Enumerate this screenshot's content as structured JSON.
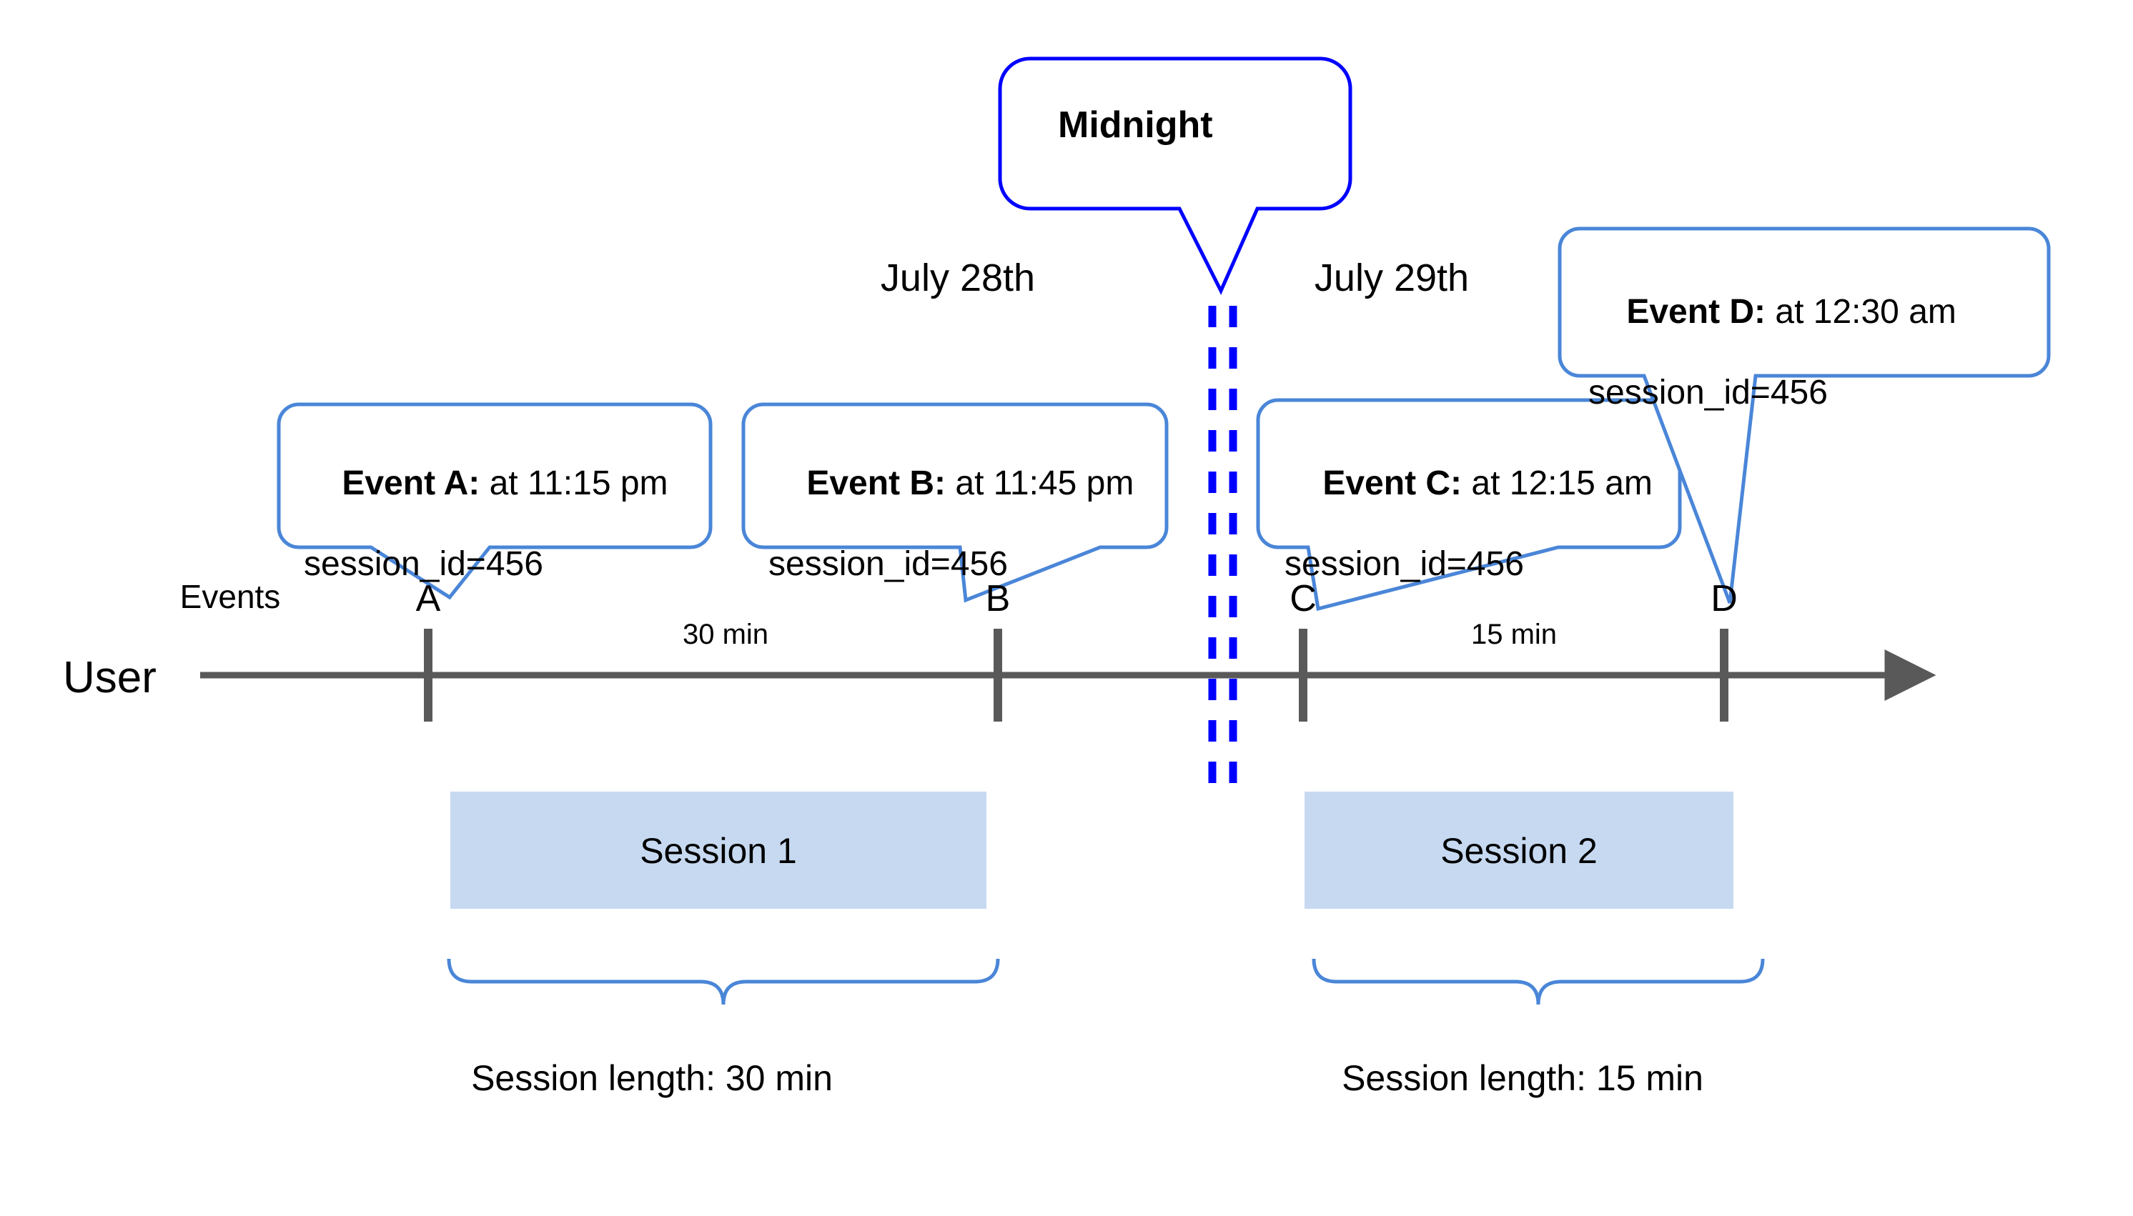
{
  "diagram": {
    "title": "Sessionization across midnight timeline",
    "colors": {
      "midnight_blue": "#0000FF",
      "callout_blue": "#4A86D8",
      "session_fill": "#C6D9F1",
      "axis_gray": "#595959",
      "text_black": "#000000",
      "background": "#FFFFFF"
    }
  },
  "axis": {
    "row_label_user": "User",
    "row_label_events": "Events"
  },
  "dates": {
    "left": "July 28th",
    "right": "July 29th"
  },
  "midnight": {
    "label": "Midnight"
  },
  "events": [
    {
      "tick": "A",
      "title": "Event A:",
      "detail": " at 11:15 pm",
      "session_id": "session_id=456"
    },
    {
      "tick": "B",
      "title": "Event B:",
      "detail": " at 11:45 pm",
      "session_id": "session_id=456"
    },
    {
      "tick": "C",
      "title": "Event C:",
      "detail": " at 12:15 am",
      "session_id": "session_id=456"
    },
    {
      "tick": "D",
      "title": "Event D:",
      "detail": " at 12:30 am",
      "session_id": "session_id=456"
    }
  ],
  "intervals": [
    {
      "label": "30 min"
    },
    {
      "label": "15 min"
    }
  ],
  "sessions": [
    {
      "bar_label": "Session 1",
      "length_label": "Session length: 30 min"
    },
    {
      "bar_label": "Session 2",
      "length_label": "Session length: 15 min"
    }
  ],
  "chart_data": {
    "type": "timeline",
    "title": "Sessionization across midnight",
    "axis_label": "User",
    "events_row_label": "Events",
    "date_boundaries": [
      "July 28th",
      "July 29th"
    ],
    "boundary_marker": "Midnight",
    "events": [
      {
        "name": "A",
        "time": "11:15 pm",
        "date": "July 28th",
        "session_id": 456
      },
      {
        "name": "B",
        "time": "11:45 pm",
        "date": "July 28th",
        "session_id": 456
      },
      {
        "name": "C",
        "time": "12:15 am",
        "date": "July 29th",
        "session_id": 456
      },
      {
        "name": "D",
        "time": "12:30 am",
        "date": "July 29th",
        "session_id": 456
      }
    ],
    "gaps": [
      {
        "from": "A",
        "to": "B",
        "label": "30 min",
        "minutes": 30
      },
      {
        "from": "C",
        "to": "D",
        "label": "15 min",
        "minutes": 15
      }
    ],
    "sessions": [
      {
        "name": "Session 1",
        "events": [
          "A",
          "B"
        ],
        "length_label": "Session length: 30 min",
        "minutes": 30
      },
      {
        "name": "Session 2",
        "events": [
          "C",
          "D"
        ],
        "length_label": "Session length: 15 min",
        "minutes": 15
      }
    ]
  }
}
